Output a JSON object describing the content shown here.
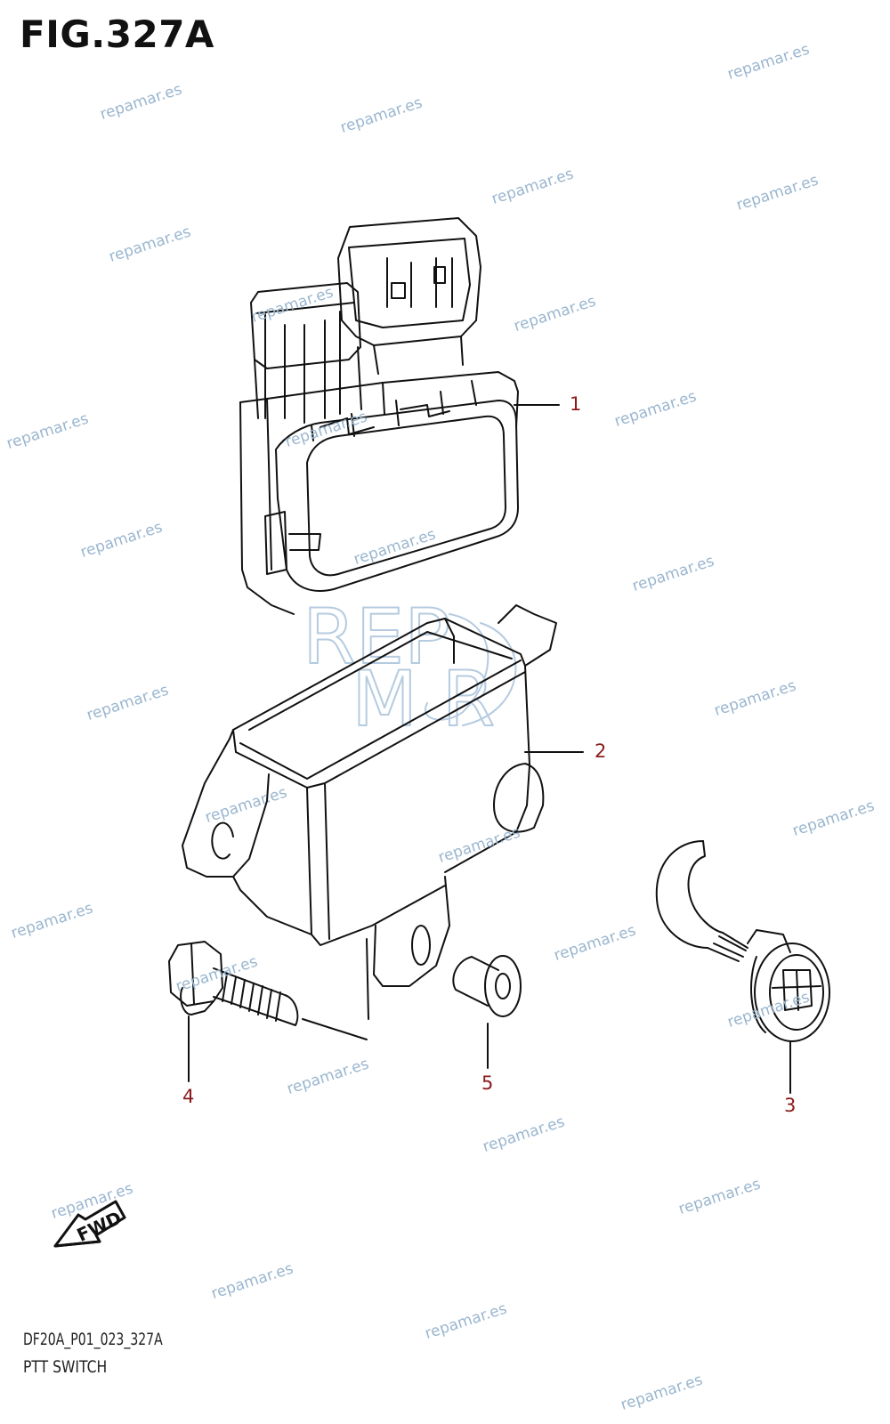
{
  "header": {
    "figure_title": "FIG.327A"
  },
  "callouts": [
    {
      "id": "part-1",
      "label": "1"
    },
    {
      "id": "part-2",
      "label": "2"
    },
    {
      "id": "part-3",
      "label": "3"
    },
    {
      "id": "part-4",
      "label": "4"
    },
    {
      "id": "part-5",
      "label": "5"
    }
  ],
  "fwd_label": "FWD",
  "footer": {
    "code": "DF20A_P01_023_327A",
    "caption": "PTT SWITCH"
  },
  "watermark": {
    "text": "repamar.es",
    "logo_top": "REP",
    "logo_bottom": "M R"
  },
  "colors": {
    "line": "#111111",
    "callout": "#8b1a1a",
    "watermark": "#9ab6cf"
  }
}
